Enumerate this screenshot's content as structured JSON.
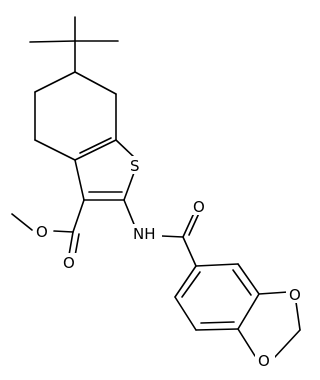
{
  "atoms": {
    "S": "S",
    "NH": "NH",
    "O_ester_carbonyl": "O",
    "O_ester_methoxy": "O",
    "O_amide": "O",
    "O_diox_upper": "O",
    "O_diox_lower": "O"
  }
}
